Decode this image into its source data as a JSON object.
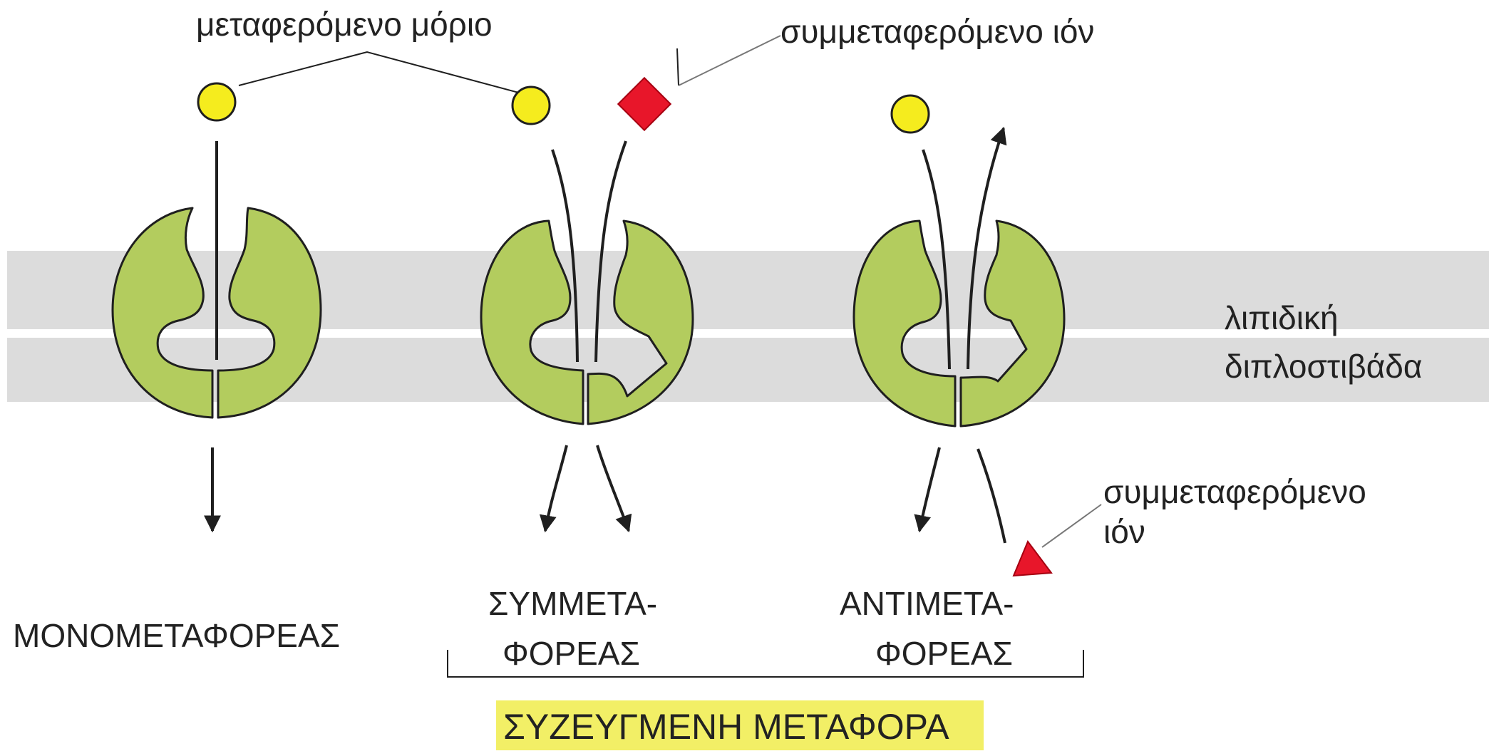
{
  "labels": {
    "transported_molecule": "μεταφερόμενο μόριο",
    "cotransported_ion_top": "συμμεταφερόμενο ιόν",
    "cotransported_ion_bottom_line1": "συμμεταφερόμενο",
    "cotransported_ion_bottom_line2": "ιόν",
    "lipid_bilayer_line1": "λιπιδική",
    "lipid_bilayer_line2": "διπλοστιβάδα",
    "uniporter": "ΜΟΝΟΜΕΤΑΦΟΡΕΑΣ",
    "symporter_line1": "ΣΥΜΜΕΤΑ-",
    "symporter_line2": "ΦΟΡΕΑΣ",
    "antiporter_line1": "ΑΝΤΙΜΕΤΑ-",
    "antiporter_line2": "ΦΟΡΕΑΣ",
    "coupled_transport": "ΣΥΖΕΥΓΜΕΝΗ ΜΕΤΑΦΟΡΑ"
  },
  "colors": {
    "membrane": "#dcdcdc",
    "membrane_mid": "#ffffff",
    "protein": "#b3cc5e",
    "molecule": "#f5ec1e",
    "ion": "#e8162a",
    "highlight": "#f2ef66",
    "ink": "#1f1f1f"
  }
}
